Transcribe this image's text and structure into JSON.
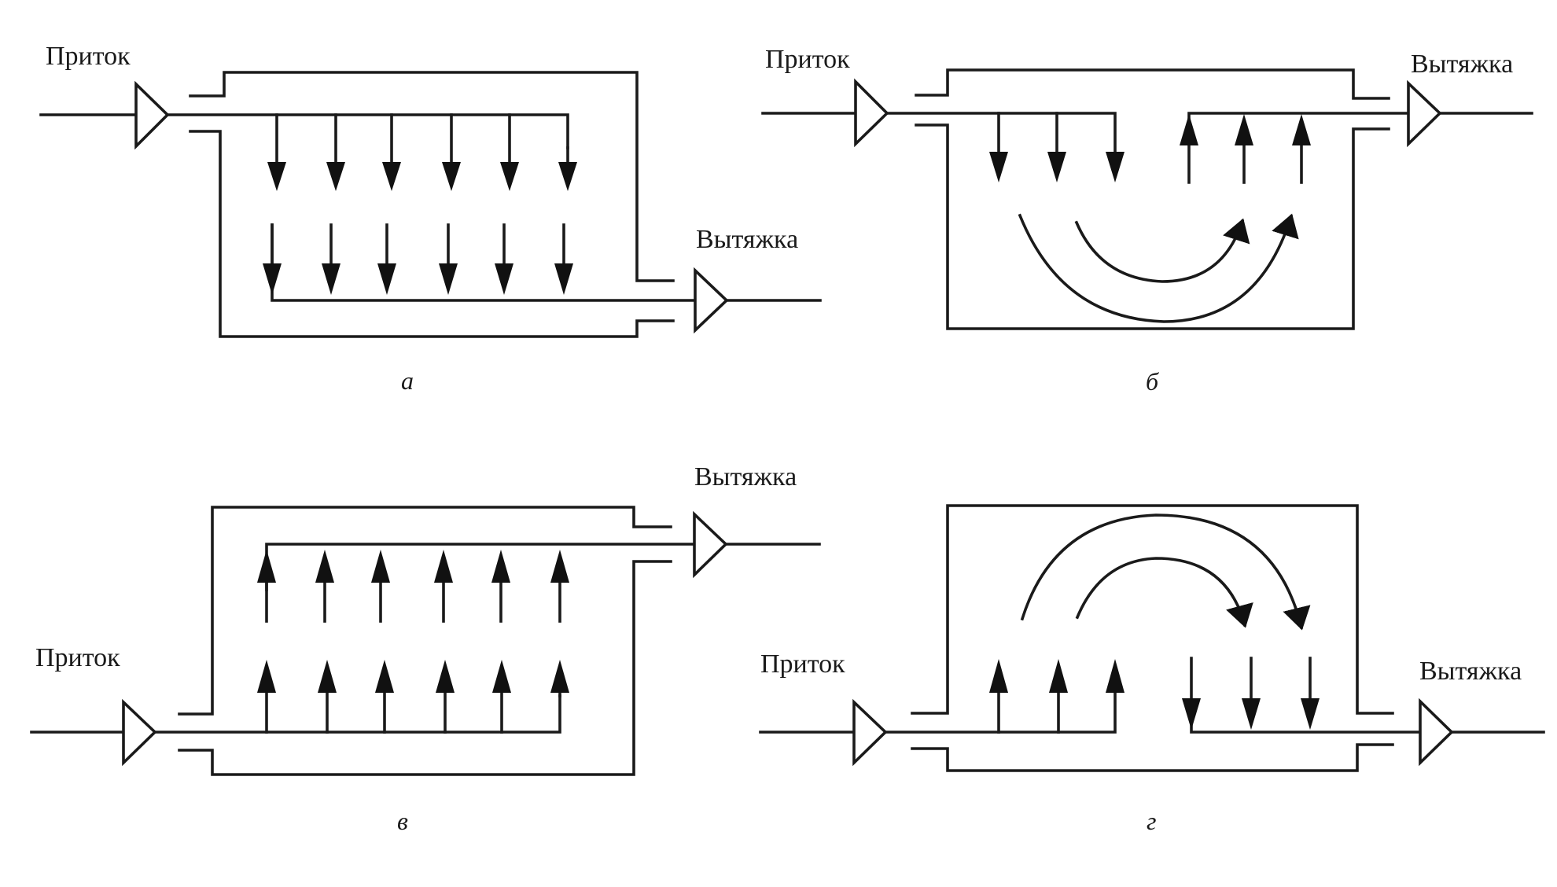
{
  "panels": [
    {
      "id": "a",
      "caption": "а",
      "inflow_label": "Приток",
      "exhaust_label": "Вытяжка"
    },
    {
      "id": "b",
      "caption": "б",
      "inflow_label": "Приток",
      "exhaust_label": "Вытяжка"
    },
    {
      "id": "v",
      "caption": "в",
      "inflow_label": "Приток",
      "exhaust_label": "Вытяжка"
    },
    {
      "id": "g",
      "caption": "г",
      "inflow_label": "Приток",
      "exhaust_label": "Вытяжка"
    }
  ],
  "colors": {
    "ink": "#1a1a1a",
    "background": "#ffffff"
  }
}
